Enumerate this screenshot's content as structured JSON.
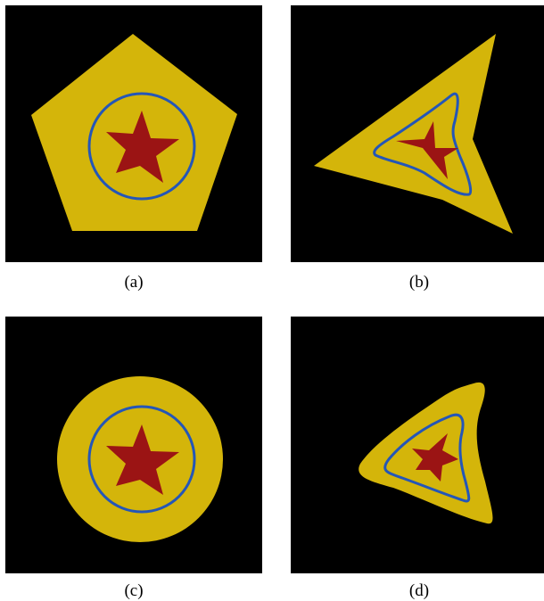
{
  "figure": {
    "colors": {
      "background": "#000000",
      "shape": "#d4b50a",
      "curve": "#2456b8",
      "star": "#9b1414"
    },
    "panels": [
      {
        "id": "a",
        "caption": "(a)"
      },
      {
        "id": "b",
        "caption": "(b)"
      },
      {
        "id": "c",
        "caption": "(c)"
      },
      {
        "id": "d",
        "caption": "(d)"
      }
    ]
  }
}
